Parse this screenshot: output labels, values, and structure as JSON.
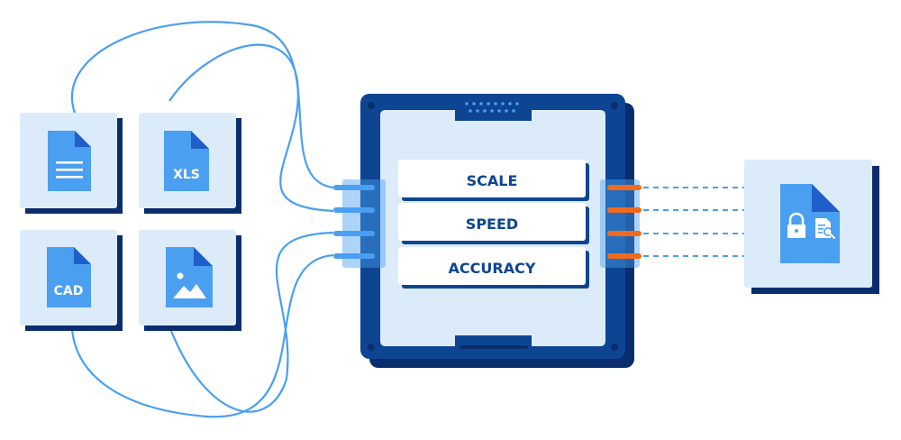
{
  "input_files": [
    {
      "name": "document",
      "label": ""
    },
    {
      "name": "xls",
      "label": "XLS"
    },
    {
      "name": "cad",
      "label": "CAD"
    },
    {
      "name": "image",
      "label": ""
    }
  ],
  "processor": {
    "features": [
      "SCALE",
      "SPEED",
      "ACCURACY"
    ]
  },
  "output": {
    "icons": [
      "file-icon",
      "lock-icon",
      "search-document-icon"
    ]
  },
  "colors": {
    "navy": "#0d4593",
    "navy_dark": "#0a2d6e",
    "blue": "#4a9ff0",
    "light": "#dcebfa",
    "orange": "#f26a1b"
  }
}
